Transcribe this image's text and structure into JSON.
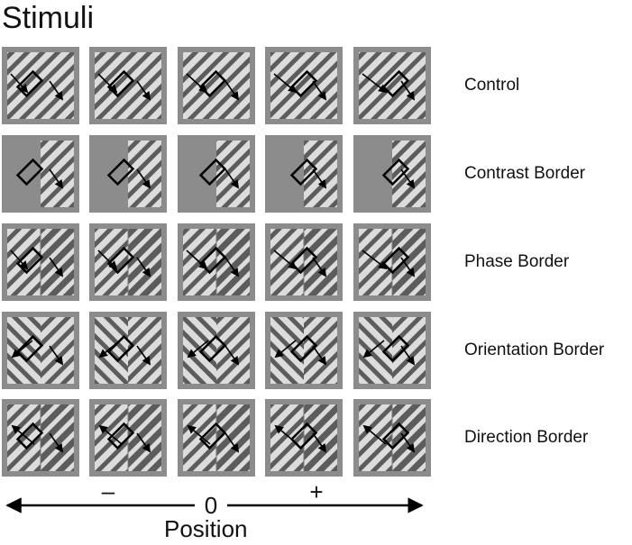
{
  "title": "Stimuli",
  "rows": [
    {
      "key": "control",
      "label": "Control"
    },
    {
      "key": "contrast",
      "label": "Contrast Border"
    },
    {
      "key": "phase",
      "label": "Phase Border"
    },
    {
      "key": "orientation",
      "label": "Orientation Border"
    },
    {
      "key": "direction",
      "label": "Direction Border"
    }
  ],
  "columns": 5,
  "axis": {
    "minus_label": "–",
    "zero_label": "0",
    "plus_label": "+",
    "title": "Position"
  },
  "colors": {
    "background_gray": "#8c8c8c",
    "stripe_dark": "#5a5a5a",
    "stripe_light": "#e0e0e0",
    "arrow": "#000000"
  }
}
